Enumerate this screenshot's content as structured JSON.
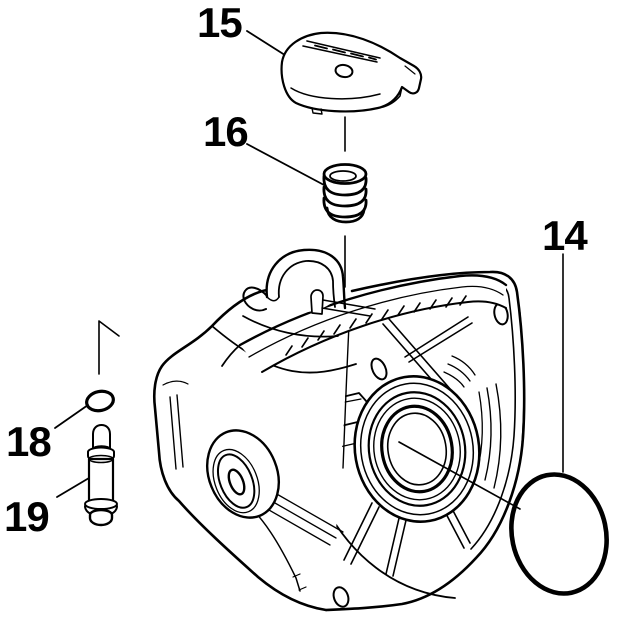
{
  "page": {
    "background_color": "#ffffff",
    "line_color": "#000000"
  },
  "diagram": {
    "kind": "exploded-parts-line-drawing",
    "callouts": [
      {
        "label": "15"
      },
      {
        "label": "16"
      },
      {
        "label": "14"
      },
      {
        "label": "18"
      },
      {
        "label": "19"
      }
    ]
  }
}
